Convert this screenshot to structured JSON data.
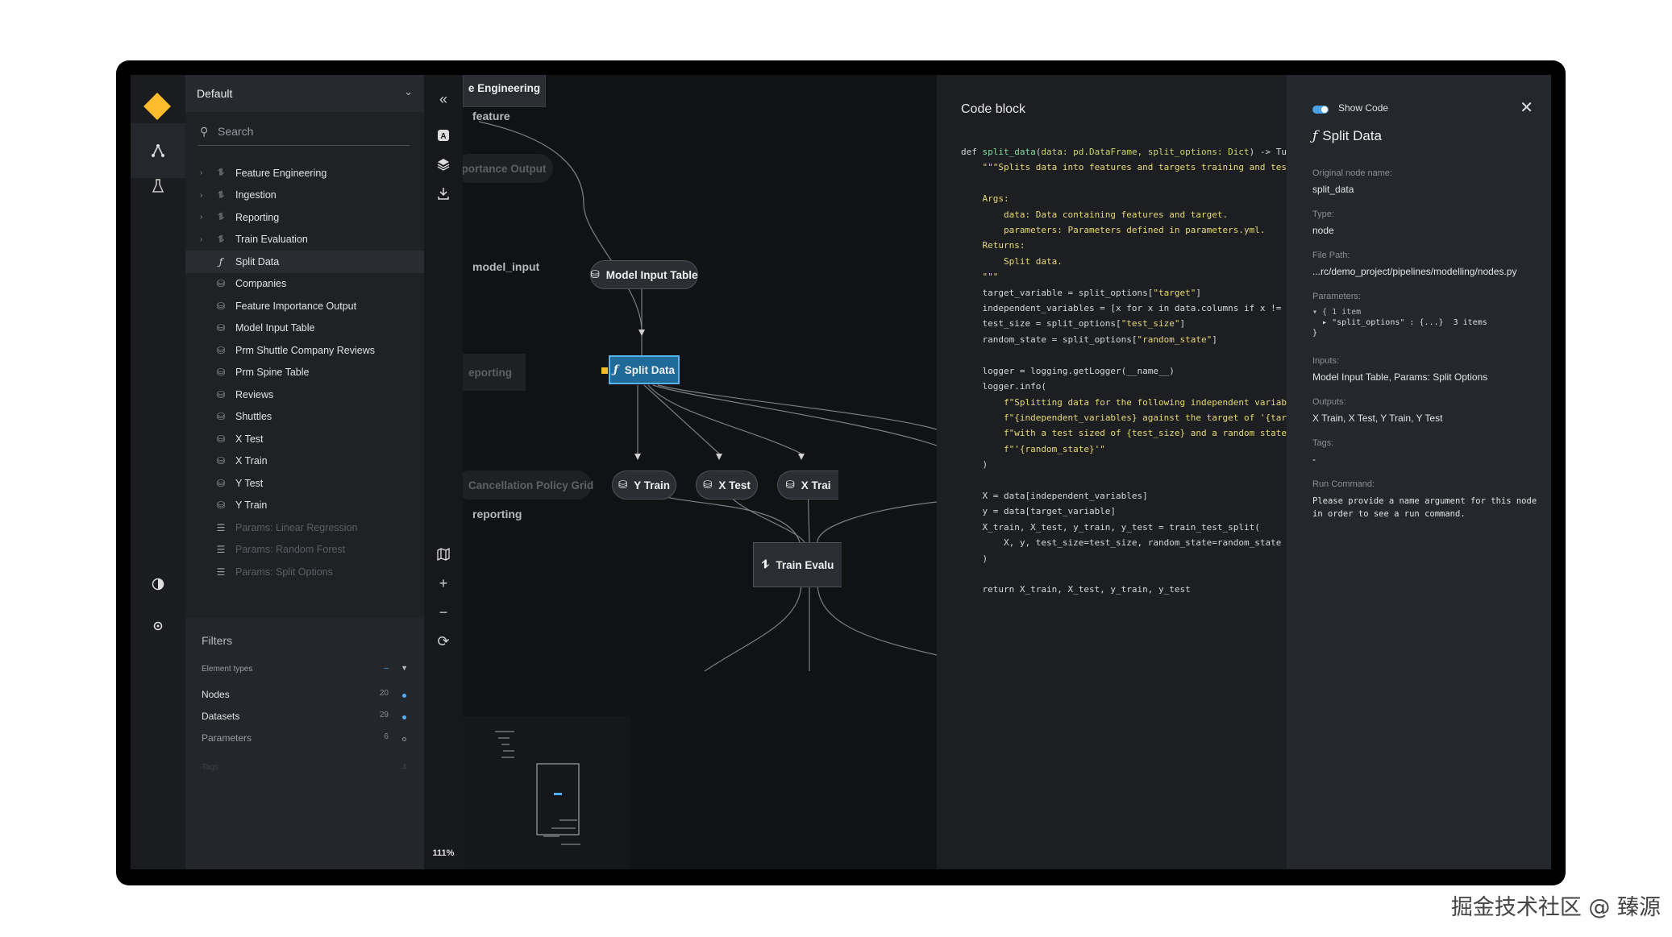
{
  "sidebar": {
    "pipeline": "Default",
    "search_placeholder": "Search",
    "tree": [
      {
        "label": "Feature Engineering",
        "kind": "modular",
        "expandable": true
      },
      {
        "label": "Ingestion",
        "kind": "modular",
        "expandable": true
      },
      {
        "label": "Reporting",
        "kind": "modular",
        "expandable": true
      },
      {
        "label": "Train Evaluation",
        "kind": "modular",
        "expandable": true
      },
      {
        "label": "Split Data",
        "kind": "function",
        "selected": true
      },
      {
        "label": "Companies",
        "kind": "dataset"
      },
      {
        "label": "Feature Importance Output",
        "kind": "dataset"
      },
      {
        "label": "Model Input Table",
        "kind": "dataset"
      },
      {
        "label": "Prm Shuttle Company Reviews",
        "kind": "dataset"
      },
      {
        "label": "Prm Spine Table",
        "kind": "dataset"
      },
      {
        "label": "Reviews",
        "kind": "dataset"
      },
      {
        "label": "Shuttles",
        "kind": "dataset"
      },
      {
        "label": "X Test",
        "kind": "dataset"
      },
      {
        "label": "X Train",
        "kind": "dataset"
      },
      {
        "label": "Y Test",
        "kind": "dataset"
      },
      {
        "label": "Y Train",
        "kind": "dataset"
      },
      {
        "label": "Params: Linear Regression",
        "kind": "param",
        "faded": true
      },
      {
        "label": "Params: Random Forest",
        "kind": "param",
        "faded": true
      },
      {
        "label": "Params: Split Options",
        "kind": "param",
        "faded": true
      }
    ],
    "filters": {
      "title": "Filters",
      "element_types": "Element types",
      "rows": [
        {
          "label": "Nodes",
          "count": "20"
        },
        {
          "label": "Datasets",
          "count": "29"
        },
        {
          "label": "Parameters",
          "count": "6"
        }
      ],
      "tags_label": "Tags",
      "tags_count": "4"
    }
  },
  "tools": {
    "zoom": "111%"
  },
  "canvas": {
    "labels": {
      "feature": "feature",
      "model_input": "model_input",
      "reporting": "reporting"
    },
    "nodes": {
      "engineering": "e Engineering",
      "importance": "portance Output",
      "model_input_table": "Model Input Table",
      "eporting": "eporting",
      "split_data": "Split Data",
      "cancellation": "Cancellation Policy Grid",
      "y_train": "Y Train",
      "x_test": "X Test",
      "x_train": "X Trai",
      "train_eval": "Train Evalu"
    }
  },
  "code_panel": {
    "title": "Code block"
  },
  "meta": {
    "show_code": "Show Code",
    "node_title": "Split Data",
    "original_name_key": "Original node name:",
    "original_name": "split_data",
    "type_key": "Type:",
    "type": "node",
    "file_path_key": "File Path:",
    "file_path": "...rc/demo_project/pipelines/modelling/nodes.py",
    "parameters_key": "Parameters:",
    "parameters_line1": "▾ {  1 item",
    "parameters_line2": "  ▸ \"split_options\" : {...}  3 items",
    "parameters_line3": "}",
    "inputs_key": "Inputs:",
    "inputs": "Model Input Table,   Params: Split Options",
    "outputs_key": "Outputs:",
    "outputs": "X Train,   X Test,   Y Train,   Y Test",
    "tags_key": "Tags:",
    "tags": "-",
    "run_command_key": "Run Command:",
    "run_command": "Please provide a name argument for this node in order to see a run command."
  }
}
